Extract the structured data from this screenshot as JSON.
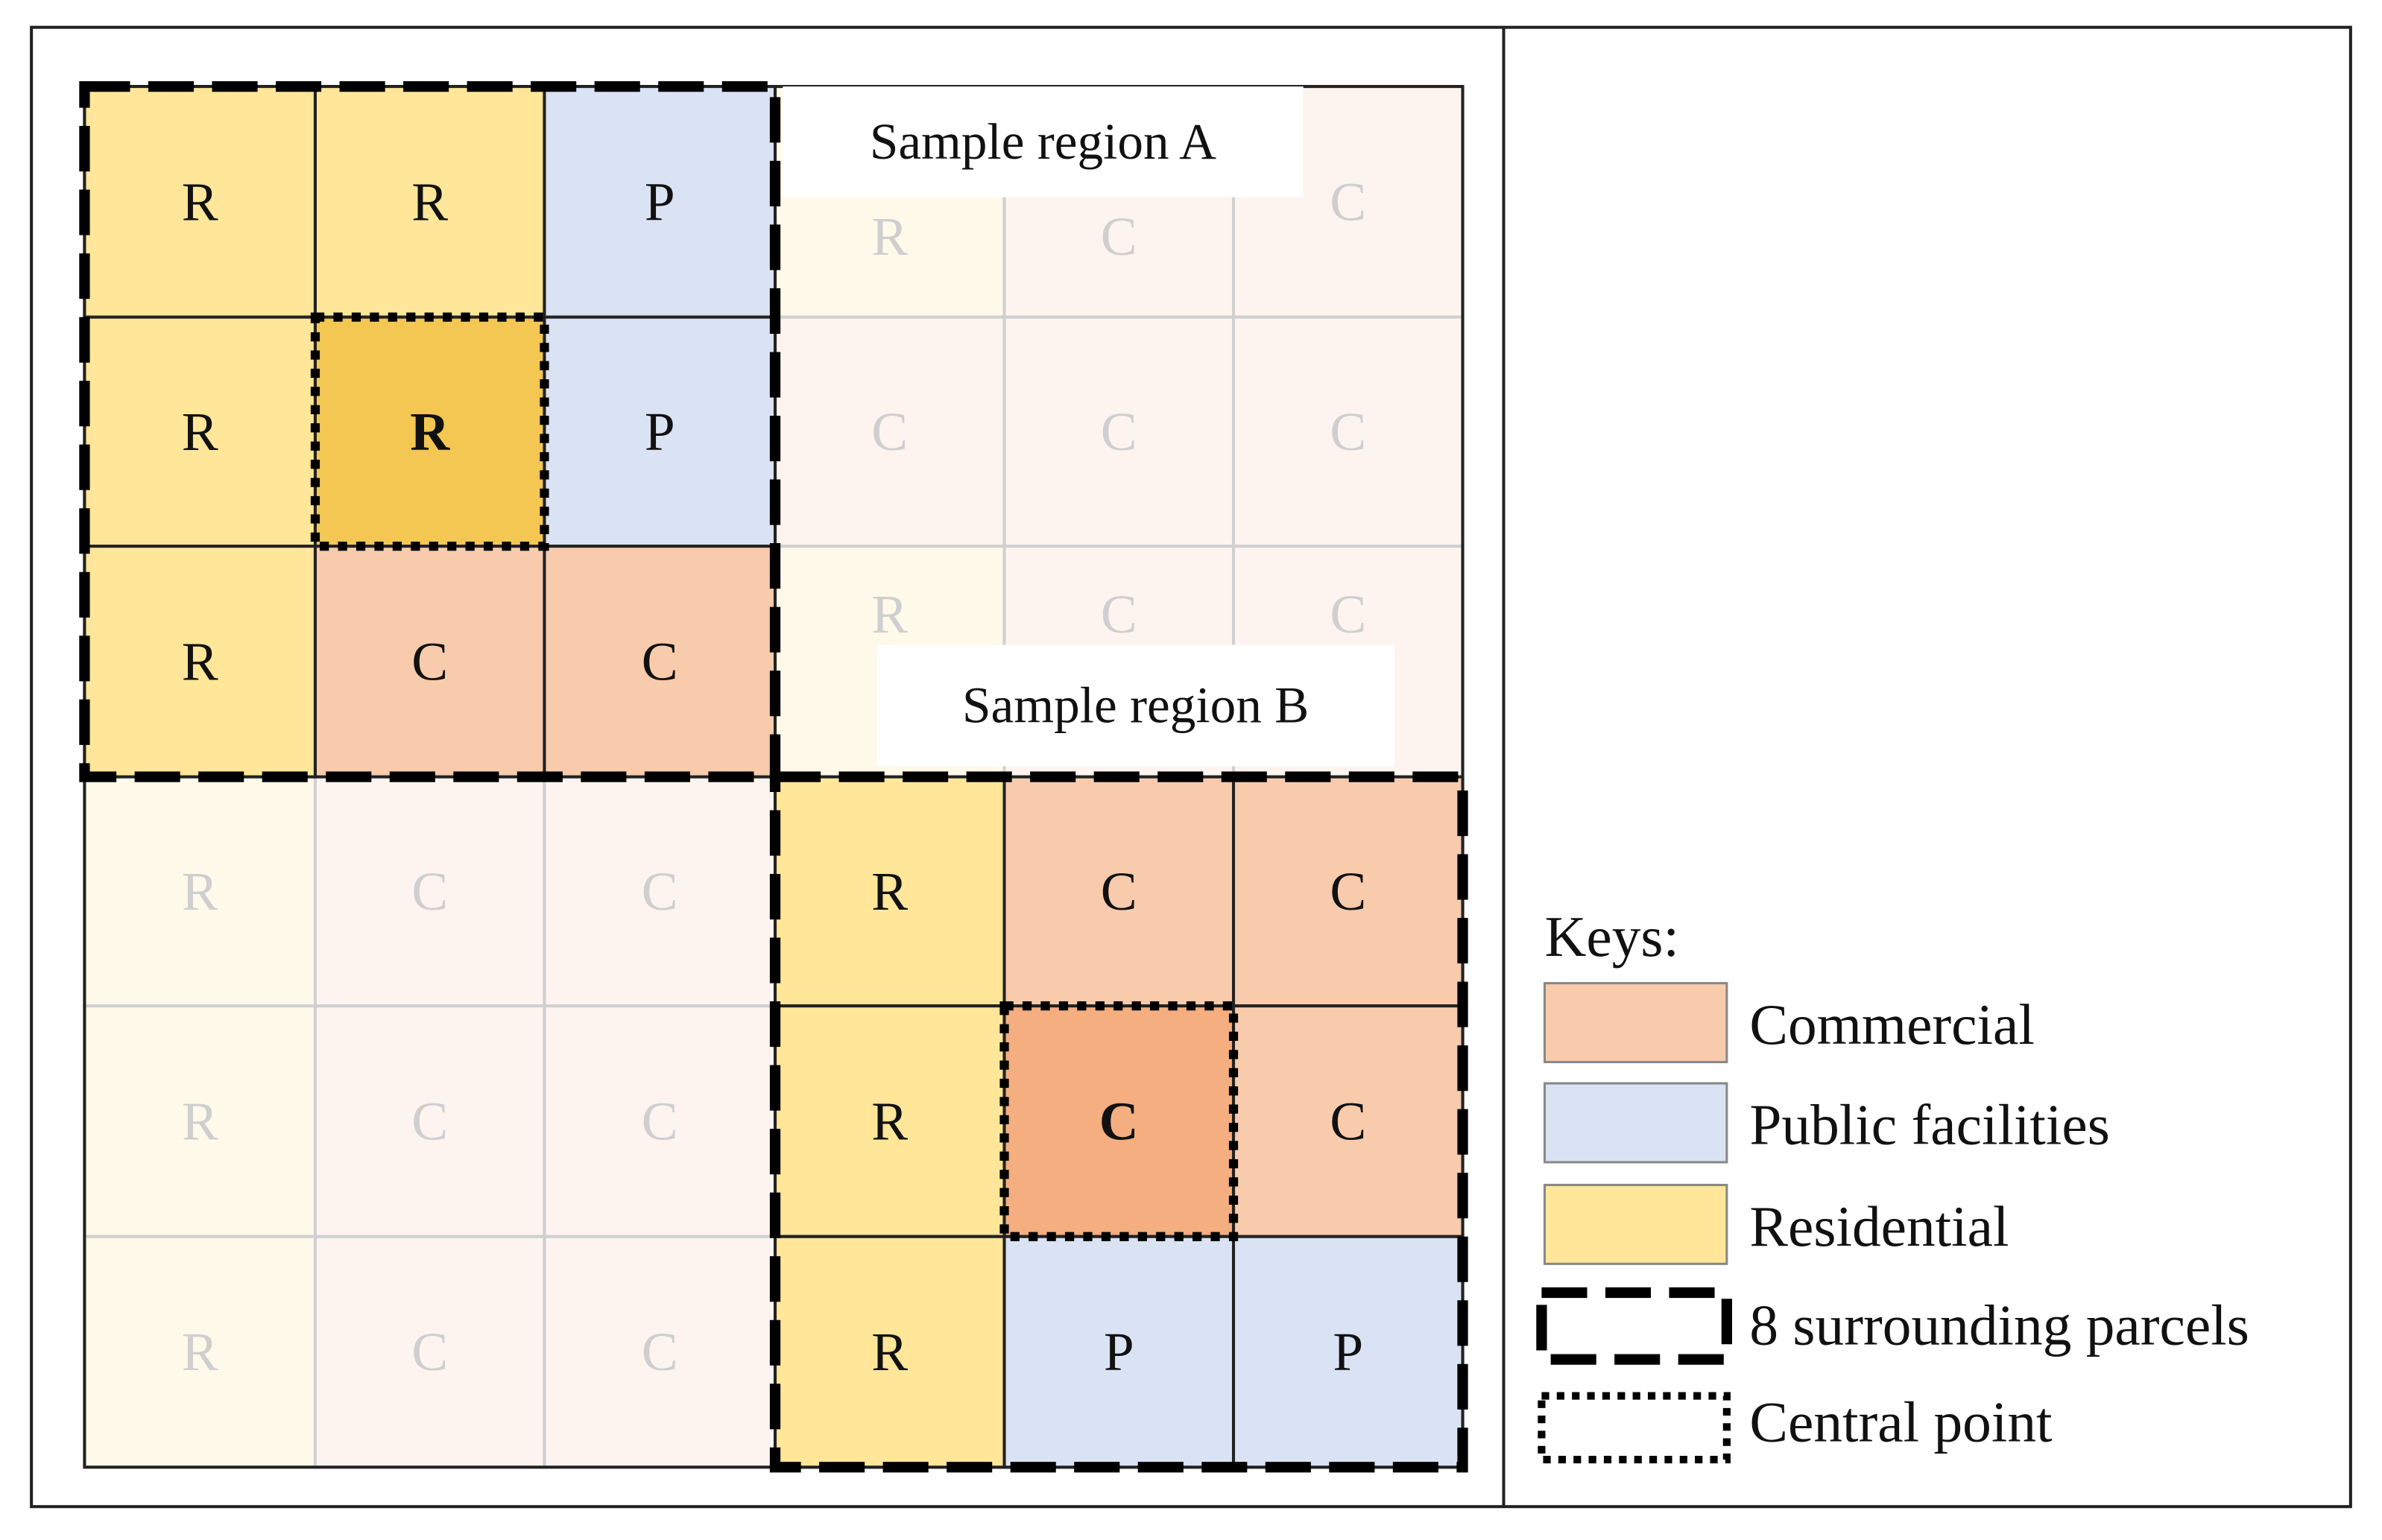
{
  "grid": [
    [
      "R",
      "R",
      "P",
      "R",
      "C",
      "C"
    ],
    [
      "R",
      "R",
      "P",
      "C",
      "C",
      "C"
    ],
    [
      "R",
      "C",
      "C",
      "R",
      "C",
      "C"
    ],
    [
      "R",
      "C",
      "C",
      "R",
      "C",
      "C"
    ],
    [
      "R",
      "C",
      "C",
      "R",
      "C",
      "C"
    ],
    [
      "R",
      "C",
      "C",
      "R",
      "P",
      "P"
    ]
  ],
  "regions": [
    {
      "label": "Sample region A",
      "rows": [
        0,
        2
      ],
      "cols": [
        0,
        2
      ],
      "center": [
        1,
        1
      ]
    },
    {
      "label": "Sample region B",
      "rows": [
        3,
        5
      ],
      "cols": [
        3,
        5
      ],
      "center": [
        4,
        4
      ]
    }
  ],
  "colors": {
    "R": {
      "normal": "#FFE699",
      "center": "#F4C752",
      "faded": "#FFF9EA"
    },
    "C": {
      "normal": "#F8CBAD",
      "center": "#F4AE80",
      "faded": "#FDF4EF"
    },
    "P": {
      "normal": "#DAE3F3",
      "center": "#B4C7E7",
      "faded": "#F4F7FC"
    }
  },
  "legend": {
    "title": "Keys:",
    "items": [
      {
        "key": "C",
        "label": "Commercial"
      },
      {
        "key": "P",
        "label": "Public facilities"
      },
      {
        "key": "R",
        "label": "Residential"
      }
    ],
    "dashed_label": "8 surrounding parcels",
    "dotted_label": "Central point"
  }
}
